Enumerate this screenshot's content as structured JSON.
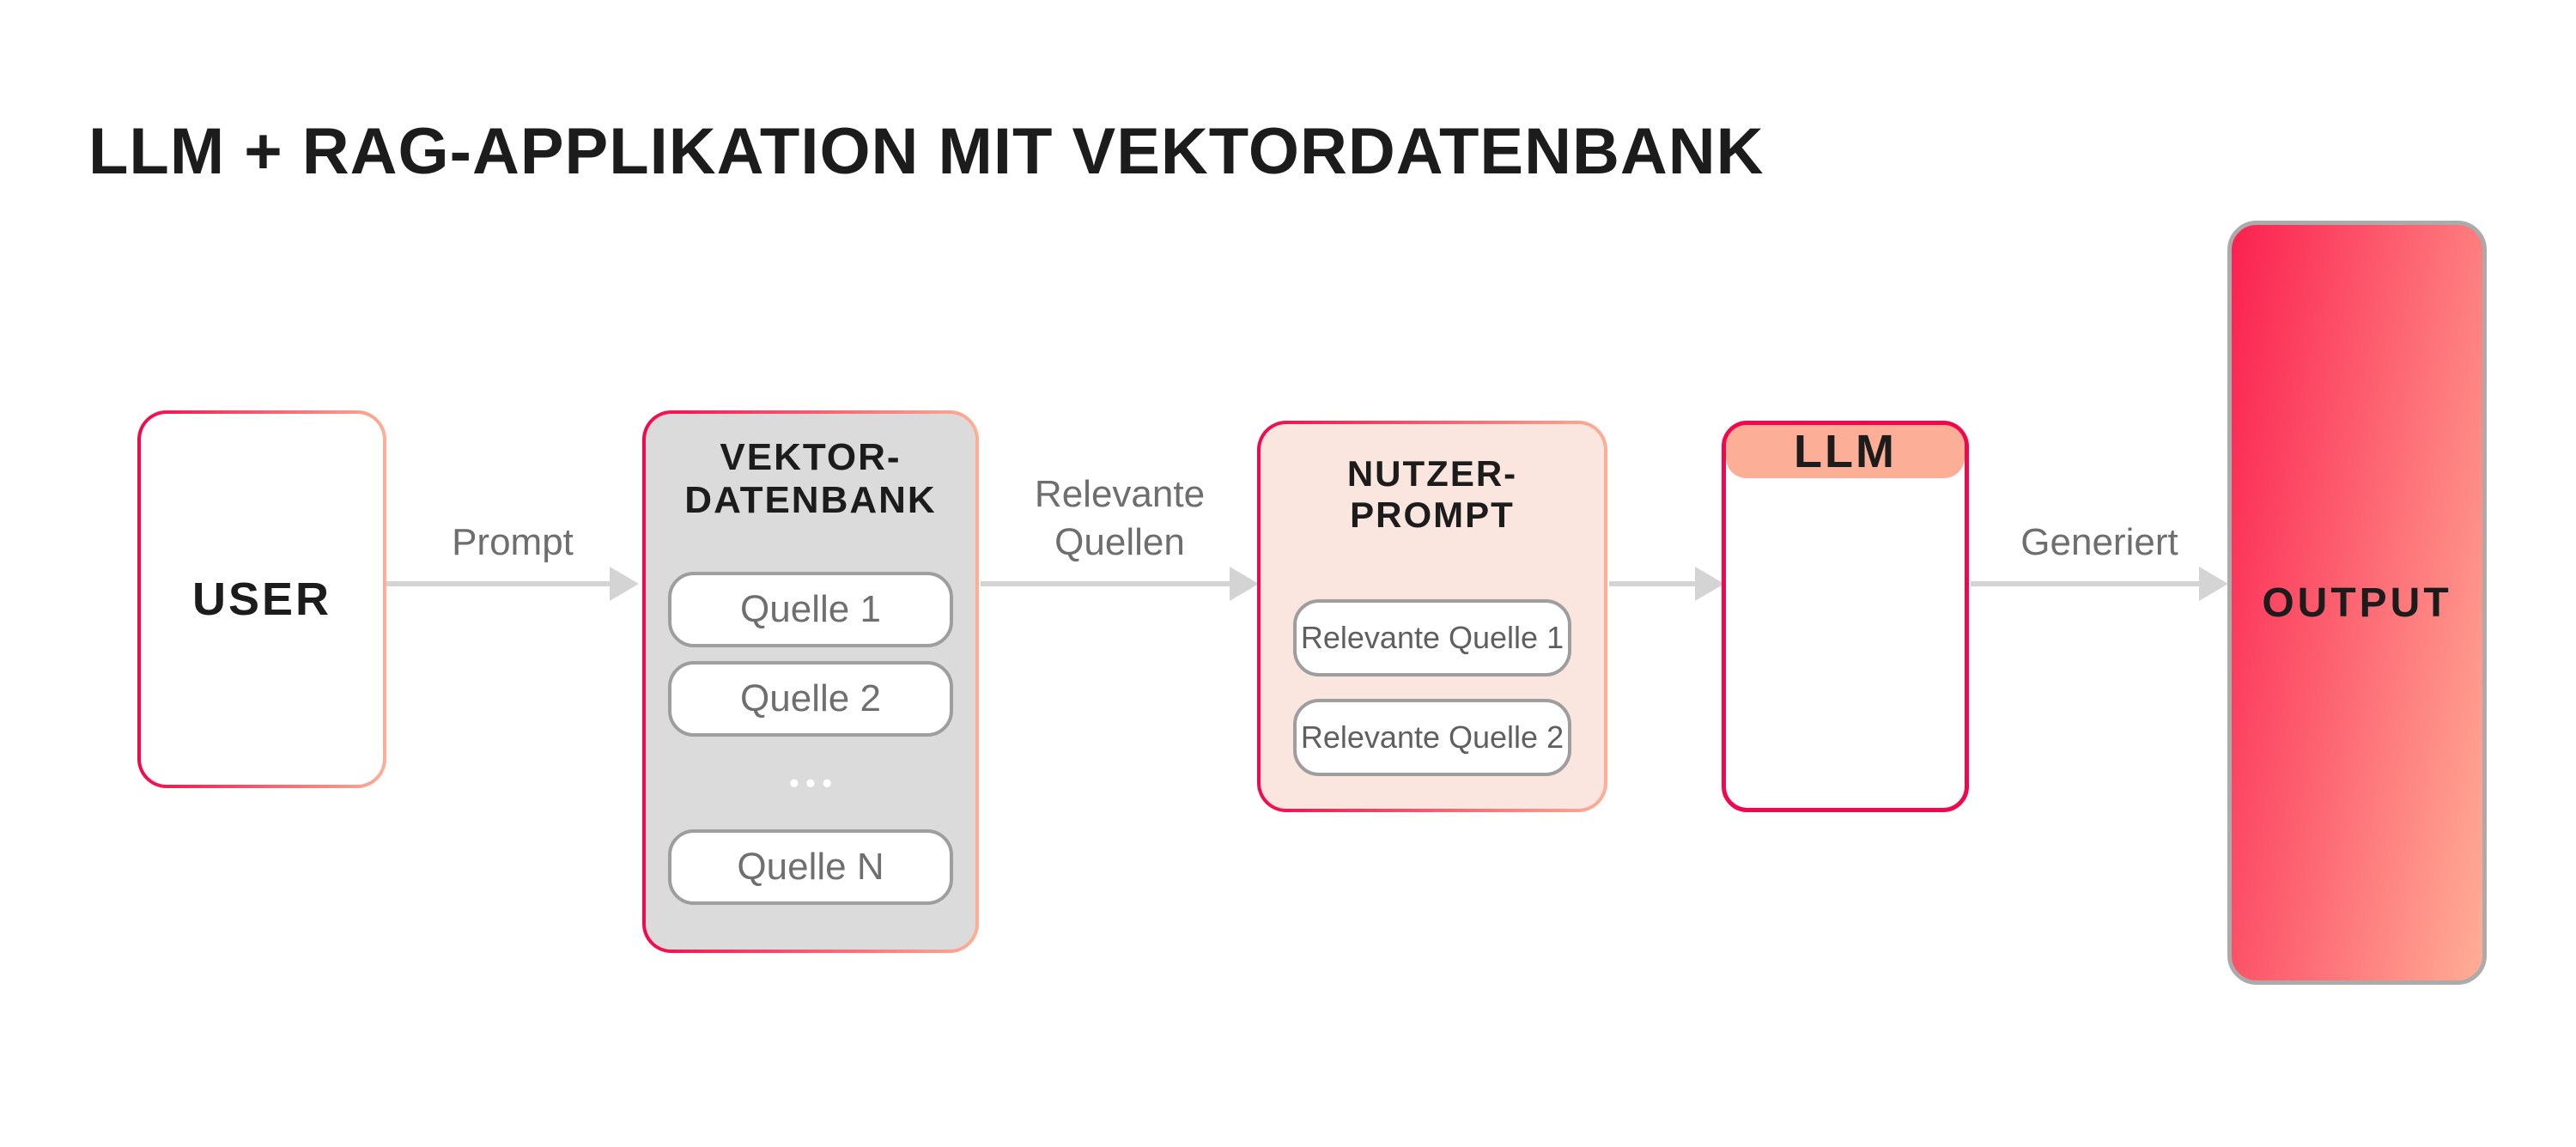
{
  "title": "LLM + RAG-APPLIKATION MIT VEKTORDATENBANK",
  "nodes": {
    "user": {
      "label": "USER"
    },
    "vektor": {
      "title_line1": "VEKTOR-",
      "title_line2": "DATENBANK",
      "sources": [
        "Quelle 1",
        "Quelle 2",
        "Quelle N"
      ],
      "ellipsis": "•••"
    },
    "nutzer": {
      "title_line1": "NUTZER-",
      "title_line2": "PROMPT",
      "sources": [
        "Relevante Quelle 1",
        "Relevante Quelle 2"
      ]
    },
    "llm": {
      "label": "LLM"
    },
    "output": {
      "label": "OUTPUT"
    }
  },
  "arrows": [
    {
      "from": "user",
      "to": "vektor",
      "label": "Prompt"
    },
    {
      "from": "vektor",
      "to": "nutzer",
      "label": "Relevante Quellen"
    },
    {
      "from": "nutzer",
      "to": "llm",
      "label": ""
    },
    {
      "from": "llm",
      "to": "output",
      "label": "Generiert"
    }
  ],
  "colors": {
    "accent": "#f2074c",
    "peach": "#fcb096",
    "gray-fill": "#dbdbdb",
    "pink-fill": "#fbe6df",
    "salmon-fill": "#fdae97",
    "out-grad-start": "#fb2150",
    "out-grad-end": "#feae96",
    "steel": "#ababab",
    "pill-border": "#9e9e9e",
    "arrow": "#d4d4d4",
    "label": "#6e6e6e",
    "ink": "#1c1c1c"
  }
}
